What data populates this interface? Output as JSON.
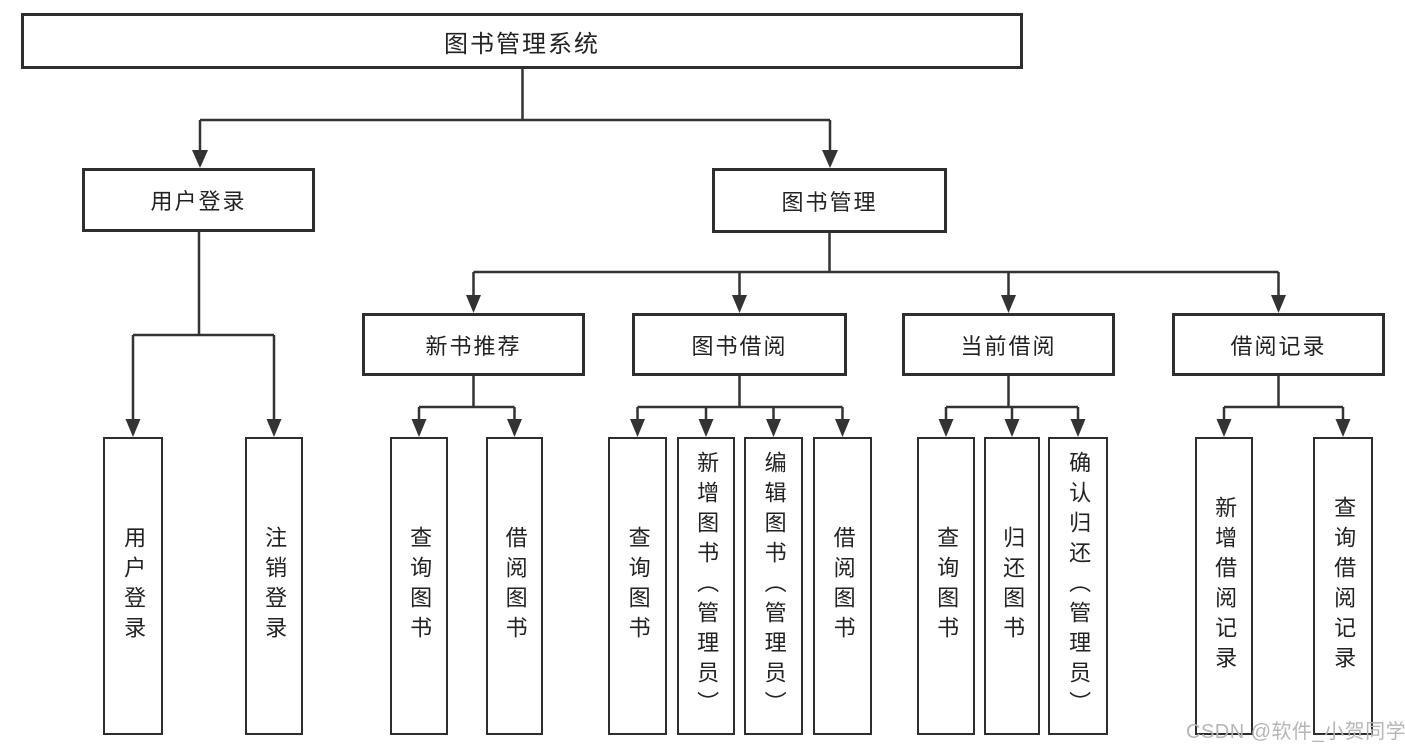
{
  "diagram": {
    "root": {
      "label": "图书管理系统"
    },
    "branches": [
      {
        "label": "用户登录",
        "children": [
          {
            "label": "用户登录"
          },
          {
            "label": "注销登录"
          }
        ]
      },
      {
        "label": "图书管理",
        "children": [
          {
            "label": "新书推荐",
            "children": [
              {
                "label": "查询图书"
              },
              {
                "label": "借阅图书"
              }
            ]
          },
          {
            "label": "图书借阅",
            "children": [
              {
                "label": "查询图书"
              },
              {
                "label": "新增图书（管理员）"
              },
              {
                "label": "编辑图书（管理员）"
              },
              {
                "label": "借阅图书"
              }
            ]
          },
          {
            "label": "当前借阅",
            "children": [
              {
                "label": "查询图书"
              },
              {
                "label": "归还图书"
              },
              {
                "label": "确认归还（管理员）"
              }
            ]
          },
          {
            "label": "借阅记录",
            "children": [
              {
                "label": "新增借阅记录"
              },
              {
                "label": "查询借阅记录"
              }
            ]
          }
        ]
      }
    ]
  },
  "watermark": {
    "text": "CSDN @软件_小贺同学"
  },
  "colors": {
    "line": "#333333",
    "border": "#2e2e2e",
    "text": "#222222",
    "background": "#ffffff",
    "watermark": "#b6b6b6"
  }
}
